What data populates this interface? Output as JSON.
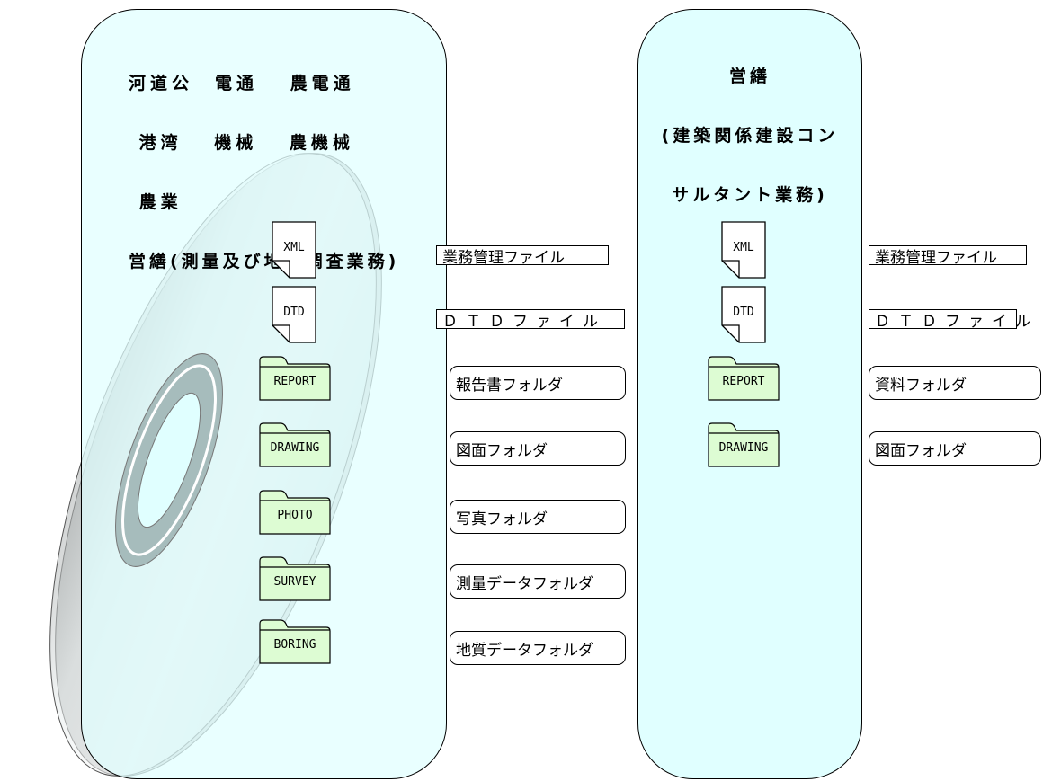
{
  "left_panel": {
    "title_lines": [
      "河道公　電通　 農電通",
      " 港湾　 機械　 農機械",
      " 農業",
      "営繕(測量及び地質調査業務)"
    ],
    "files": [
      {
        "label": "XML",
        "description": "業務管理ファイル"
      },
      {
        "label": "DTD",
        "description": "ＤＴＤファイル"
      }
    ],
    "folders": [
      {
        "label": "REPORT",
        "description": "報告書フォルダ"
      },
      {
        "label": "DRAWING",
        "description": "図面フォルダ"
      },
      {
        "label": "PHOTO",
        "description": "写真フォルダ"
      },
      {
        "label": "SURVEY",
        "description": "測量データフォルダ"
      },
      {
        "label": "BORING",
        "description": "地質データフォルダ"
      }
    ]
  },
  "right_panel": {
    "title_lines": [
      "営繕",
      "(建築関係建設コン",
      "サルタント業務)"
    ],
    "files": [
      {
        "label": "XML",
        "description": "業務管理ファイル"
      },
      {
        "label": "DTD",
        "description": "ＤＴＤファイル"
      }
    ],
    "folders": [
      {
        "label": "REPORT",
        "description": "資料フォルダ"
      },
      {
        "label": "DRAWING",
        "description": "図面フォルダ"
      }
    ]
  },
  "colors": {
    "panel_fill": "#e0ffff",
    "folder_fill": "#ddfcd3",
    "disc_ring": "#9fb6b6"
  }
}
